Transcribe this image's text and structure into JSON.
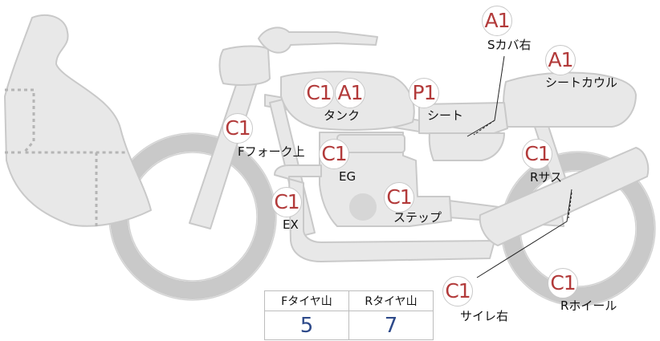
{
  "markers": [
    {
      "id": "s-cover-right",
      "code": "A1",
      "label": "Sカバ右"
    },
    {
      "id": "seat-cowl",
      "code": "A1",
      "label": "シートカウル"
    },
    {
      "id": "tank",
      "code": "C1",
      "code2": "A1",
      "label": "タンク"
    },
    {
      "id": "seat",
      "code": "P1",
      "label": "シート"
    },
    {
      "id": "f-fork-upper",
      "code": "C1",
      "label": "Fフォーク上"
    },
    {
      "id": "eg",
      "code": "C1",
      "label": "EG"
    },
    {
      "id": "ex",
      "code": "C1",
      "label": "EX"
    },
    {
      "id": "step",
      "code": "C1",
      "label": "ステップ"
    },
    {
      "id": "r-sus",
      "code": "C1",
      "label": "Rサス"
    },
    {
      "id": "silencer-right",
      "code": "C1",
      "label": "サイレ右"
    },
    {
      "id": "r-wheel",
      "code": "C1",
      "label": "Rホイール"
    }
  ],
  "tread_table": {
    "front_header": "Fタイヤ山",
    "rear_header": "Rタイヤ山",
    "front_value": "5",
    "rear_value": "7"
  },
  "colors": {
    "body_fill": "#e8e8e8",
    "outline": "#c9c9c9",
    "marker_text": "#b23a3a",
    "value_text": "#2e4a8a"
  }
}
